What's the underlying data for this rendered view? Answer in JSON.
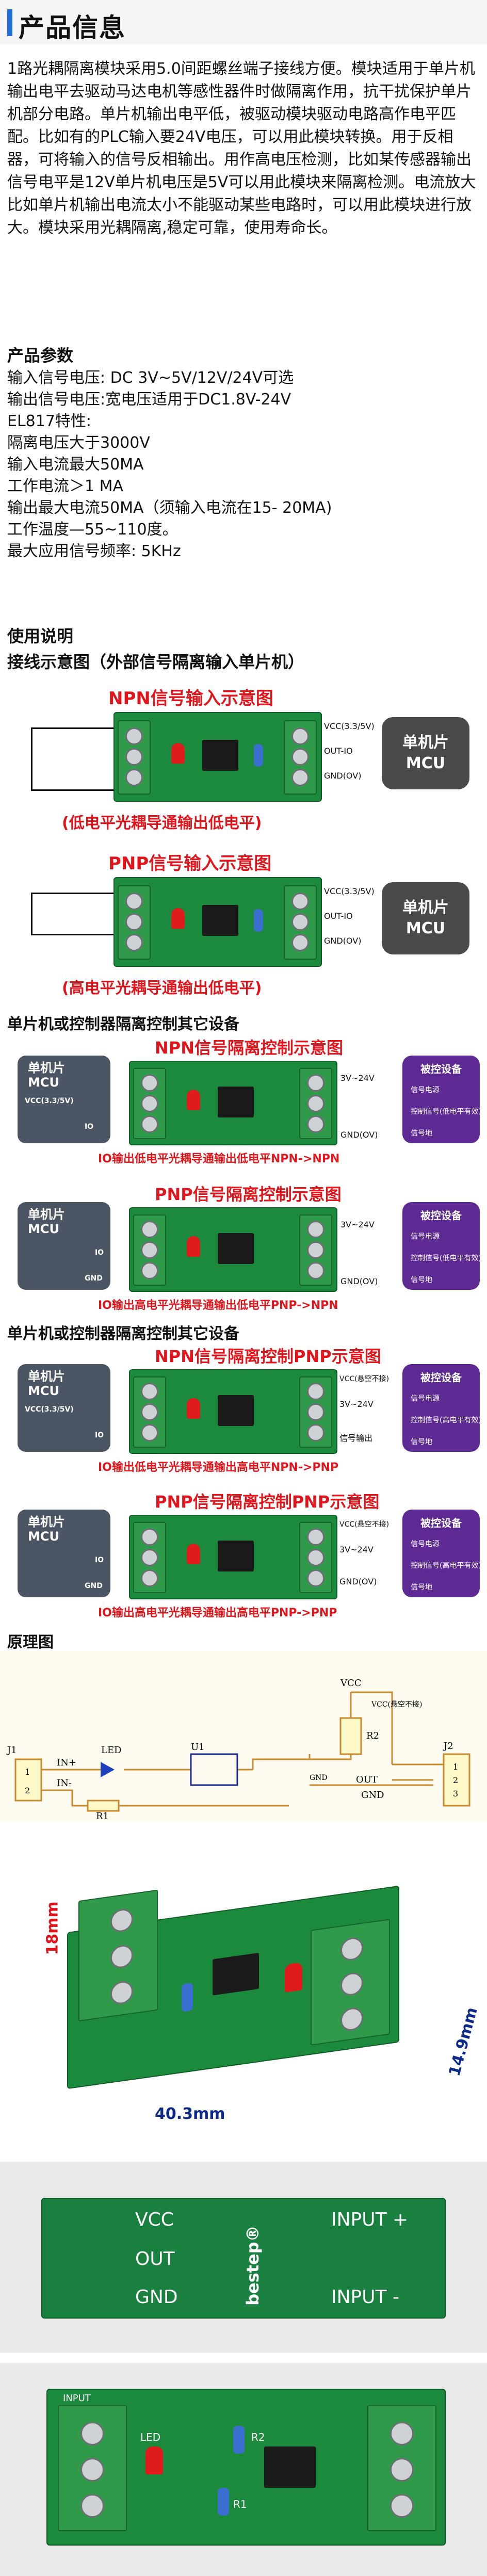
{
  "title": "产品信息",
  "intro": [
    "1路光耦隔离模块采用5.0间距螺丝端子接线方便。模块适用于单片机输出电平去驱动马达电机等感性器件时做隔离作用，抗干扰保护单片机部分电路。单片机输出电平低，被驱动模块驱动电路高作电平匹配。比如有的PLC输入要24V电压，可以用此模块转换。用于反相器，可将输入的信号反相输出。用作高电压检测，比如某传感器输出信号电平是12V单片机电压是5V可以用此模块来隔离检测。电流放大比如单片机输出电流太小不能驱动某些电路时，可以用此模块进行放大。模块采用光耦隔离,稳定可靠，使用寿命长。"
  ],
  "params": {
    "heading": "产品参数",
    "lines": [
      "输入信号电压: DC 3V~5V/12V/24V可选",
      "输出信号电压:宽电压适用于DC1.8V-24V",
      "EL817特性:",
      "隔离电压大于3000V",
      "输入电流最大50MA",
      "工作电流＞1 MA",
      "输出最大电流50MA（须输入电流在15- 20MA)",
      "工作温度—55~110度。",
      "最大应用信号频率: 5KHz"
    ]
  },
  "usage": {
    "heading": "使用说明",
    "sub": "接线示意图（外部信号隔离输入单片机）"
  },
  "diagram1": {
    "title": "NPN信号输入示意图",
    "caption": "(低电平光耦导通输出低电平)",
    "mcu": "单机片\nMCU",
    "pins": [
      "VCC(3.3/5V)",
      "OUT-IO",
      "GND(OV)"
    ]
  },
  "diagram2": {
    "title": "PNP信号输入示意图",
    "caption": "(高电平光耦导通输出低电平)",
    "mcu": "单机片\nMCU",
    "pins": [
      "VCC(3.3/5V)",
      "OUT-IO",
      "GND(OV)"
    ]
  },
  "section2": {
    "heading": "单片机或控制器隔离控制其它设备"
  },
  "ctrl1": {
    "title": "NPN信号隔离控制示意图",
    "caption": "IO输出低电平光耦导通输出低电平NPN->NPN",
    "mcu_title": "单机片\nMCU",
    "mcu_pins": [
      "VCC(3.3/5V)",
      "IO"
    ],
    "out_pins": [
      "3V~24V",
      "GND(OV)"
    ],
    "device": "被控设备",
    "device_lines": [
      "信号电源",
      "控制信号(低电平有效)",
      "信号地"
    ]
  },
  "ctrl2": {
    "title": "PNP信号隔离控制示意图",
    "caption": "IO输出高电平光耦导通输出低电平PNP->NPN",
    "mcu_title": "单机片\nMCU",
    "mcu_pins": [
      "IO",
      "GND"
    ],
    "out_pins": [
      "3V~24V",
      "GND(OV)"
    ],
    "device": "被控设备",
    "device_lines": [
      "信号电源",
      "控制信号(低电平有效)",
      "信号地"
    ]
  },
  "section3": {
    "heading": "单片机或控制器隔离控制其它设备"
  },
  "ctrl3": {
    "title": "NPN信号隔离控制PNP示意图",
    "caption": "IO输出低电平光耦导通输出高电平NPN->PNP",
    "mcu_title": "单机片\nMCU",
    "mcu_pins": [
      "VCC(3.3/5V)",
      "IO"
    ],
    "out_pins": [
      "VCC(悬空不接)",
      "3V~24V",
      "信号输出"
    ],
    "device": "被控设备",
    "device_lines": [
      "信号电源",
      "控制信号(高电平有效)",
      "信号地"
    ]
  },
  "ctrl4": {
    "title": "PNP信号隔离控制PNP示意图",
    "caption": "IO输出高电平光耦导通输出高电平PNP->PNP",
    "mcu_title": "单机片\nMCU",
    "mcu_pins": [
      "IO",
      "GND"
    ],
    "out_pins": [
      "VCC(悬空不接)",
      "3V~24V",
      "GND(OV)"
    ],
    "device": "被控设备",
    "device_lines": [
      "信号电源",
      "控制信号(高电平有效)",
      "信号地"
    ]
  },
  "schematic": {
    "heading": "原理图",
    "labels": [
      "VCC",
      "R2",
      "OUT",
      "GND",
      "J1",
      "IN+",
      "IN-",
      "R1",
      "LED",
      "U1",
      "J2",
      "1",
      "2",
      "1",
      "2",
      "3",
      "VCC(悬空不接)",
      "GND"
    ]
  },
  "photo1": {
    "dim_w": "40.3mm",
    "dim_h": "14.9mm",
    "dim_d": "18mm"
  },
  "photo2": {
    "labels": [
      "VCC",
      "INPUT +",
      "OUT",
      "GND",
      "INPUT -",
      "bestep®"
    ]
  },
  "photo3": {
    "labels": [
      "INPUT",
      "LED",
      "R2",
      "R1"
    ]
  },
  "colors": {
    "accent": "#1f6ed4",
    "red": "#e0161c",
    "pcb": "#1c8a3c",
    "device": "#5d2a93",
    "mcu": "#4a4a4a"
  }
}
